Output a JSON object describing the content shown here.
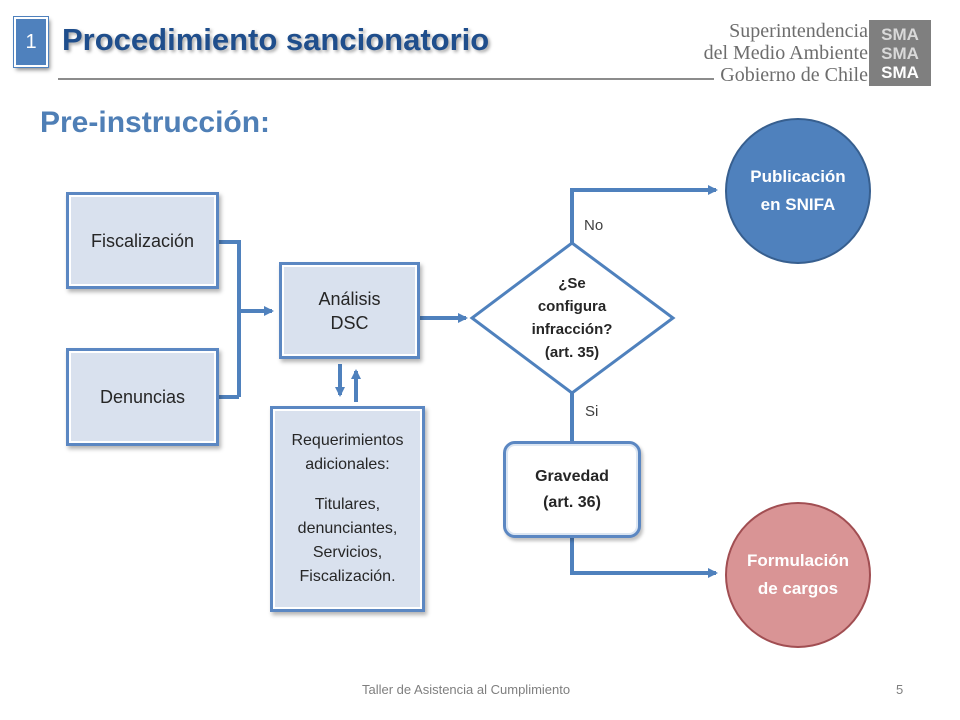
{
  "header": {
    "badge": "1",
    "title": "Procedimiento sancionatorio",
    "logo_lines": [
      "Superintendencia",
      "del Medio Ambiente",
      "Gobierno de Chile"
    ],
    "logo_mark": [
      "SMA",
      "SMA",
      "SMA"
    ]
  },
  "subtitle": "Pre-instrucción:",
  "flow": {
    "fiscalizacion": "Fiscalización",
    "denuncias": "Denuncias",
    "analisis": [
      "Análisis",
      "DSC"
    ],
    "requerimientos": [
      "Requerimientos",
      "adicionales:",
      "",
      "Titulares,",
      "denunciantes,",
      "Servicios,",
      "Fiscalización."
    ],
    "decision": [
      "¿Se",
      "configura",
      "infracción?",
      "(art. 35)"
    ],
    "label_no": "No",
    "label_si": "Si",
    "gravedad": [
      "Gravedad",
      "(art. 36)"
    ],
    "publicacion": [
      "Publicación",
      "en SNIFA"
    ],
    "formulacion": [
      "Formulación",
      "de cargos"
    ]
  },
  "footer": {
    "text": "Taller de Asistencia al Cumplimiento",
    "page": "5"
  },
  "colors": {
    "title": "#1f4e8c",
    "subtitle": "#4f7fb6",
    "line": "#4f81bd",
    "box_fill": "#d9e1ee",
    "publicacion": "#4f81bd",
    "formulacion": "#d99495"
  }
}
